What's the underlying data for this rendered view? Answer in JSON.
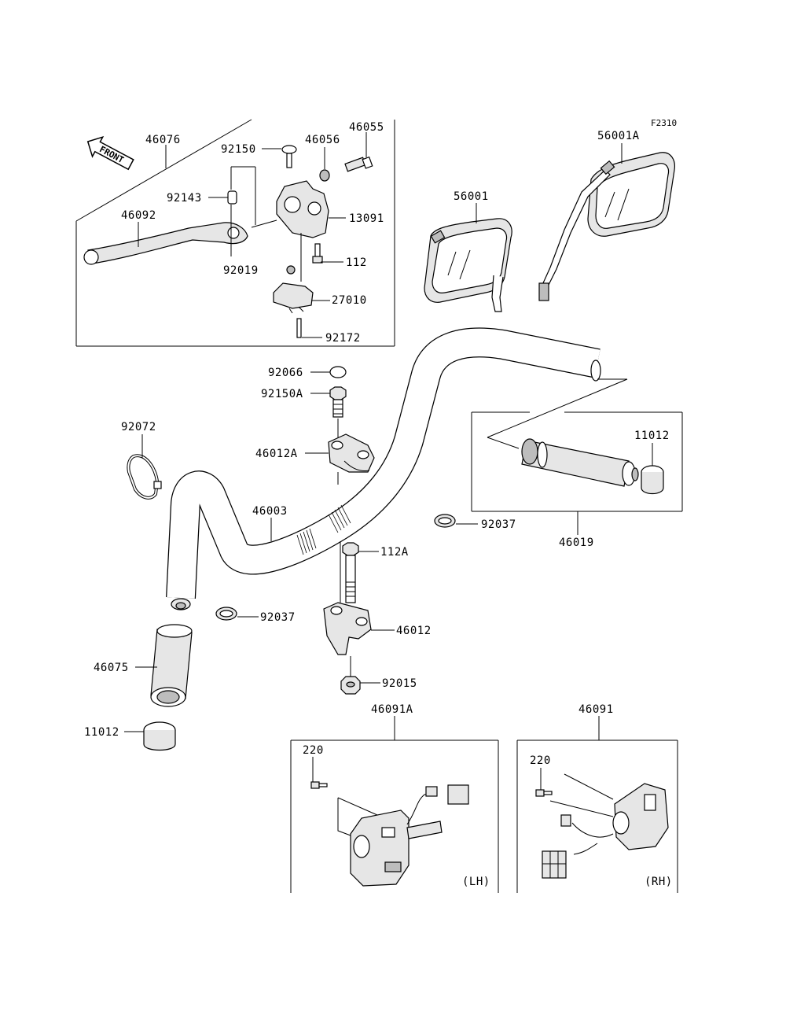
{
  "figure_code": "F2310",
  "front_label": "FRONT",
  "parts": {
    "p46076": "46076",
    "p46055": "46055",
    "p92150": "92150",
    "p46056": "46056",
    "p92143": "92143",
    "p46092": "46092",
    "p13091": "13091",
    "p112": "112",
    "p92019": "92019",
    "p27010": "27010",
    "p92172": "92172",
    "p56001A": "56001A",
    "p56001": "56001",
    "p92066": "92066",
    "p92150A": "92150A",
    "p92072": "92072",
    "p46012A": "46012A",
    "p11012_top": "11012",
    "p46003": "46003",
    "p92037_right": "92037",
    "p46019": "46019",
    "p112A": "112A",
    "p92037_left": "92037",
    "p46012": "46012",
    "p46075": "46075",
    "p92015": "92015",
    "p11012_bottom": "11012",
    "p46091A": "46091A",
    "p46091": "46091",
    "p220_lh": "220",
    "p220_rh": "220"
  },
  "side_labels": {
    "lh": "(LH)",
    "rh": "(RH)"
  }
}
